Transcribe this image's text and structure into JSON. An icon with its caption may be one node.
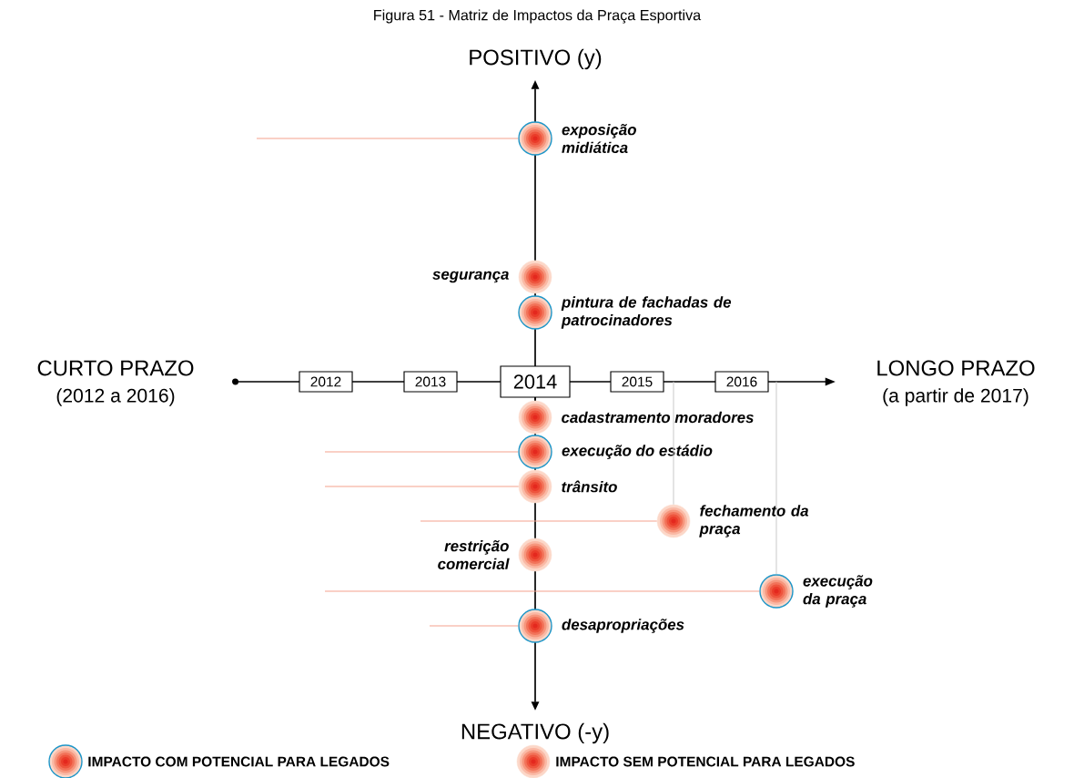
{
  "diagram": {
    "title": "Figura 51 - Matriz de Impactos da Praça Esportiva",
    "nodes": [
      {
        "text": [],
        "shape": "ring",
        "beside": [
          "exposição midiática"
        ]
      },
      {
        "text": [],
        "shape": "circle",
        "beside": [
          "segurança"
        ]
      },
      {
        "text": [],
        "shape": "ring",
        "beside": [
          "pintura de fachadas de patrocinadores"
        ]
      },
      {
        "text": [
          "2012"
        ]
      },
      {
        "text": [
          "2013"
        ]
      },
      {
        "text": [
          "2014"
        ]
      },
      {
        "text": [
          "2015"
        ]
      },
      {
        "text": [
          "2016"
        ]
      },
      {
        "text": [],
        "shape": "circle",
        "beside": [
          "cadastramento moradores"
        ]
      },
      {
        "text": [],
        "shape": "ring",
        "beside": [
          "execução do estádio"
        ]
      },
      {
        "text": [],
        "shape": "circle",
        "beside": [
          "trânsito"
        ]
      },
      {
        "text": [],
        "shape": "circle",
        "beside": [
          "fechamento da praça"
        ]
      },
      {
        "text": [],
        "shape": "circle",
        "beside": [
          "restrição comercial"
        ]
      },
      {
        "text": [],
        "shape": "ring",
        "beside": [
          "execução da praça"
        ]
      },
      {
        "text": [],
        "shape": "ring",
        "beside": [
          "desapropriações"
        ]
      }
    ],
    "edges": [
      {
        "from": null,
        "to": 0,
        "arrow": "none",
        "color": "#f4a08c"
      },
      {
        "from": null,
        "to": 9,
        "arrow": "none",
        "color": "#f4a08c"
      },
      {
        "from": null,
        "to": 10,
        "arrow": "none",
        "color": "#f4a08c"
      },
      {
        "from": null,
        "to": 11,
        "arrow": "none",
        "color": "#f4a08c"
      },
      {
        "from": 6,
        "to": 11,
        "arrow": "none",
        "color": "#c8c8c8"
      },
      {
        "from": null,
        "to": 13,
        "arrow": "none",
        "color": "#f4a08c"
      },
      {
        "from": 7,
        "to": 13,
        "arrow": "none",
        "color": "#c8c8c8"
      },
      {
        "from": null,
        "to": 14,
        "arrow": "none",
        "color": "#f4a08c"
      }
    ],
    "labels": [
      "POSITIVO (y)",
      "CURTO PRAZO",
      "(2012 a 2016)",
      "LONGO PRAZO",
      "(a partir de 2017)",
      "NEGATIVO (-y)"
    ],
    "legend": [
      {
        "text": "IMPACTO COM POTENCIAL PARA LEGADOS"
      },
      {
        "text": "IMPACTO SEM POTENCIAL PARA LEGADOS"
      }
    ]
  }
}
